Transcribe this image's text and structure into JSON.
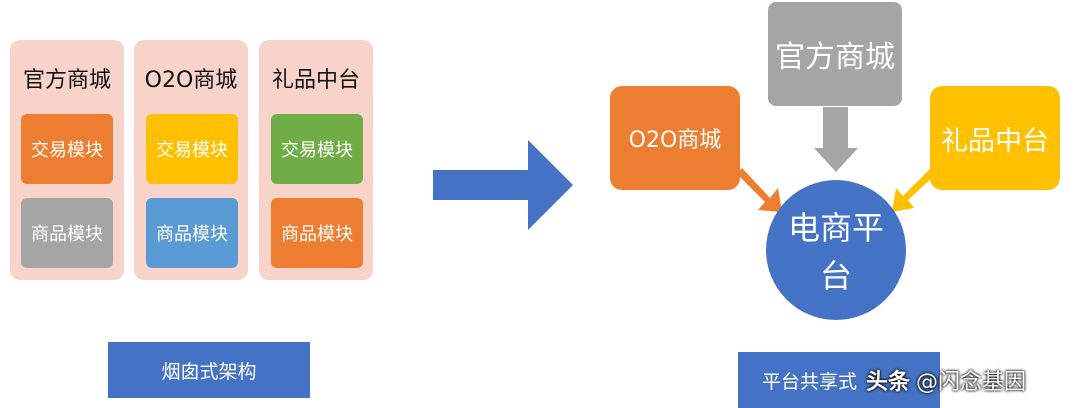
{
  "left": {
    "columns": [
      {
        "title": "官方商城",
        "modules": [
          {
            "label": "交易模块",
            "color": "#ed7d31"
          },
          {
            "label": "商品模块",
            "color": "#a5a5a5"
          }
        ]
      },
      {
        "title": "O2O商城",
        "modules": [
          {
            "label": "交易模块",
            "color": "#ffc000"
          },
          {
            "label": "商品模块",
            "color": "#5b9bd5"
          }
        ]
      },
      {
        "title": "礼品中台",
        "modules": [
          {
            "label": "交易模块",
            "color": "#70ad47"
          },
          {
            "label": "商品模块",
            "color": "#ed7d31"
          }
        ]
      }
    ],
    "caption": "烟囱式架构"
  },
  "right": {
    "o2o": "O2O商城",
    "official": "官方商城",
    "gift": "礼品中台",
    "center": "电商平台",
    "caption": "平台共享式",
    "colors": {
      "o2o": "#ed7d31",
      "official": "#a5a5a5",
      "gift": "#ffc000",
      "center": "#4472c4"
    }
  },
  "watermark": {
    "prefix": "头条",
    "handle": "@闪念基因"
  }
}
